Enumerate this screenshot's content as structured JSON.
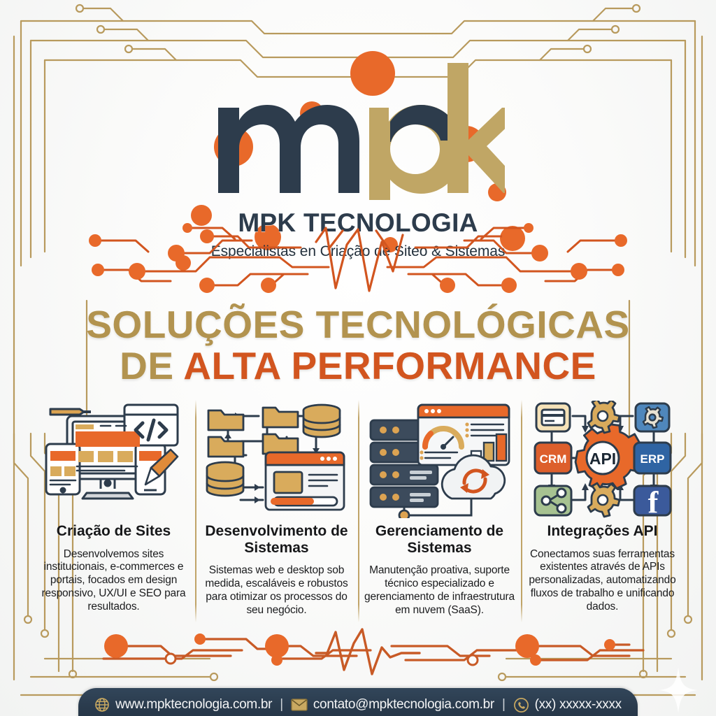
{
  "brand": {
    "wordmark": "mpk",
    "name": "MPK TECNOLOGIA",
    "tagline": "Especialistas en Criação de Siteo & Sistemas"
  },
  "headline": {
    "line1": "SOLUÇÕES TECNOLÓGICAS",
    "line2_gold": "DE ",
    "line2_orange": "ALTA PERFORMANCE"
  },
  "services": [
    {
      "icon": "website-devices-icon",
      "title": "Criação de Sites",
      "body": "Desenvolvemos sites institucionais, e-commerces e portais, focados em design responsivo, UX/UI e SEO para resultados."
    },
    {
      "icon": "system-flowchart-icon",
      "title": "Desenvolvimento de Sistemas",
      "body": "Sistemas web e desktop sob medida, escaláveis e robustos para otimizar os processos do seu negócio."
    },
    {
      "icon": "server-cloud-dashboard-icon",
      "title": "Gerenciamento de Sistemas",
      "body": "Manutenção proativa, suporte técnico especializado e gerenciamento de infraestrutura em nuvem (SaaS)."
    },
    {
      "icon": "api-integration-icon",
      "title": "Integrações API",
      "body": "Conectamos suas ferramentas existentes através de APIs personalizadas, automatizando fluxos de trabalho e unificando dados."
    }
  ],
  "api_diagram": {
    "center": "API",
    "left": "CRM",
    "right": "ERP"
  },
  "footer": {
    "website": "www.mpktecnologia.com.br",
    "email": "contato@mpktecnologia.com.br",
    "phone": "(xx) xxxxx-xxxx",
    "separator": "|",
    "website_icon": "globe-icon",
    "email_icon": "envelope-icon",
    "phone_icon": "whatsapp-icon"
  },
  "colors": {
    "gold": "#b2934f",
    "orange": "#d2551f",
    "navy": "#2d3c4c",
    "border_gold": "#b89a5d",
    "background": "#fbfbfa"
  }
}
